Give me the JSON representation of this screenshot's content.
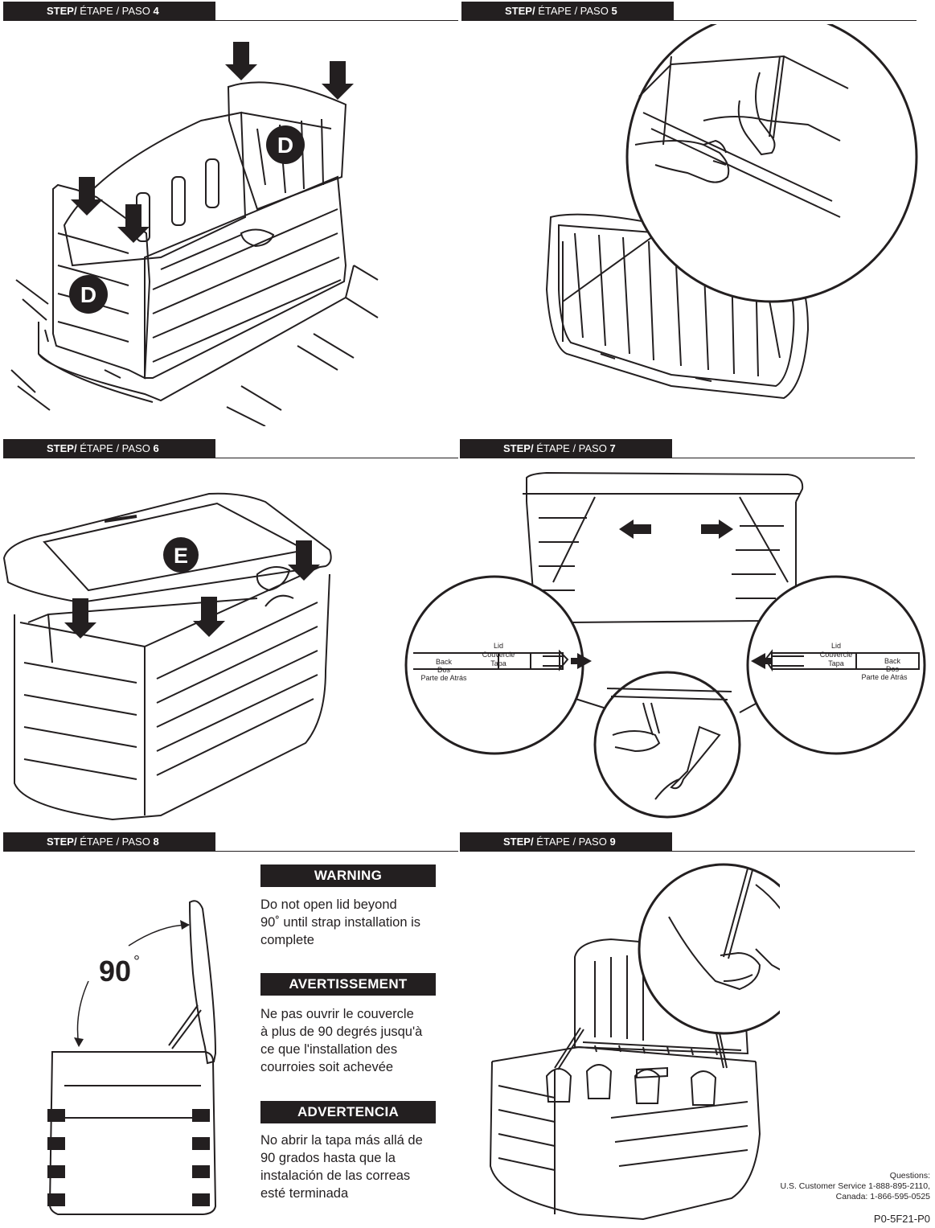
{
  "steps": [
    {
      "prefix": "STEP/",
      "middle": " ÉTAPE / PASO ",
      "number": "4"
    },
    {
      "prefix": "STEP/",
      "middle": " ÉTAPE / PASO ",
      "number": "5"
    },
    {
      "prefix": "STEP/",
      "middle": " ÉTAPE / PASO ",
      "number": "6"
    },
    {
      "prefix": "STEP/",
      "middle": " ÉTAPE / PASO ",
      "number": "7"
    },
    {
      "prefix": "STEP/",
      "middle": " ÉTAPE / PASO ",
      "number": "8"
    },
    {
      "prefix": "STEP/",
      "middle": " ÉTAPE / PASO ",
      "number": "9"
    }
  ],
  "parts": {
    "d": "D",
    "e": "E"
  },
  "step7": {
    "lid_lines": [
      "Lid",
      "Couvercle",
      "Tapa"
    ],
    "back_lines": [
      "Back",
      "Dos",
      "Parte de Atrás"
    ]
  },
  "step8": {
    "angle": "90",
    "degree": "°",
    "warnings": [
      {
        "title": "WARNING",
        "lines": [
          "Do not open lid beyond",
          "90˚ until strap installation is",
          "complete"
        ]
      },
      {
        "title": "AVERTISSEMENT",
        "lines": [
          "Ne pas ouvrir le couvercle",
          "à plus de 90 degrés jusqu'à",
          "ce que l'installation des",
          "courroies soit achevée"
        ]
      },
      {
        "title": "ADVERTENCIA",
        "lines": [
          "No abrir la tapa más allá de",
          "90 grados hasta que la",
          "instalación de las correas",
          "esté terminada"
        ]
      }
    ]
  },
  "footer": {
    "questions": "Questions:",
    "us": "U.S. Customer Service 1-888-895-2110,",
    "canada": "Canada: 1-866-595-0525",
    "code": "P0-5F21-P0"
  }
}
